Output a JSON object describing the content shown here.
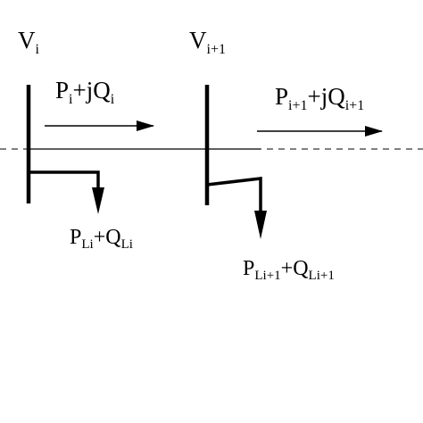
{
  "colors": {
    "stroke": "#000000",
    "background": "#ffffff"
  },
  "bus_i": {
    "voltage": {
      "main": "V",
      "sub": "i"
    },
    "branch_flow": {
      "p": "P",
      "p_sub": "i",
      "plus_j": "+jQ",
      "q_sub": "i"
    },
    "load": {
      "p": "P",
      "p_sub": "Li",
      "plus": "+Q",
      "q_sub": "Li"
    }
  },
  "bus_i1": {
    "voltage": {
      "main": "V",
      "sub": "i+1"
    },
    "branch_flow": {
      "p": "P",
      "p_sub": "i+1",
      "plus_j": "+jQ",
      "q_sub": "i+1"
    },
    "load": {
      "p": "P",
      "p_sub": "Li+1",
      "plus": "+Q",
      "q_sub": "Li+1"
    }
  }
}
